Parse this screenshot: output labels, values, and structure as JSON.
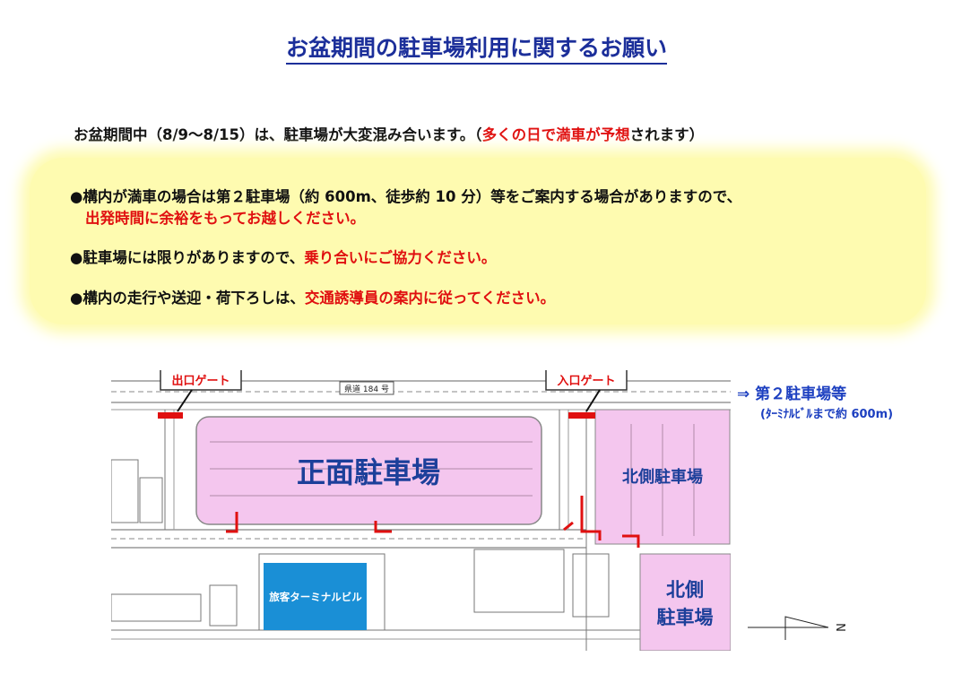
{
  "title": "お盆期間の駐車場利用に関するお願い",
  "lead": {
    "before": "お盆期間中（8/9～8/15）は、駐車場が大変混み合います。（",
    "red": "多くの日で満車が予想",
    "after": "されます）"
  },
  "items": [
    {
      "line1": "●構内が満車の場合は第２駐車場（約 600m、徒歩約 10 分）等をご案内する場合がありますので、",
      "red": "出発時間に余裕をもってお越しください。"
    },
    {
      "before": "●駐車場には限りがありますので、",
      "red": "乗り合いにご協力ください。"
    },
    {
      "before": "●構内の走行や送迎・荷下ろしは、",
      "red": "交通誘導員の案内に従ってください。"
    }
  ],
  "map": {
    "exit_gate": "出口ゲート",
    "entry_gate": "入口ゲート",
    "road": "県道 184 号",
    "front_parking": "正面駐車場",
    "north_side_parking": "北側駐車場",
    "north_parking_line1": "北側",
    "north_parking_line2": "駐車場",
    "terminal": "旅客ターミナルビル",
    "north_mark": "N"
  },
  "second_parking": {
    "label": "⇒ 第２駐車場等",
    "note": "(ﾀｰﾐﾅﾙﾋﾞﾙまで約 600m)"
  },
  "colors": {
    "title": "#1c2f9a",
    "accent_red": "#e01010",
    "notice_bg": "#fefbb0",
    "parking_pink": "#f4c6ee",
    "terminal_blue": "#1a8fd6",
    "gate_red": "#e01010"
  }
}
